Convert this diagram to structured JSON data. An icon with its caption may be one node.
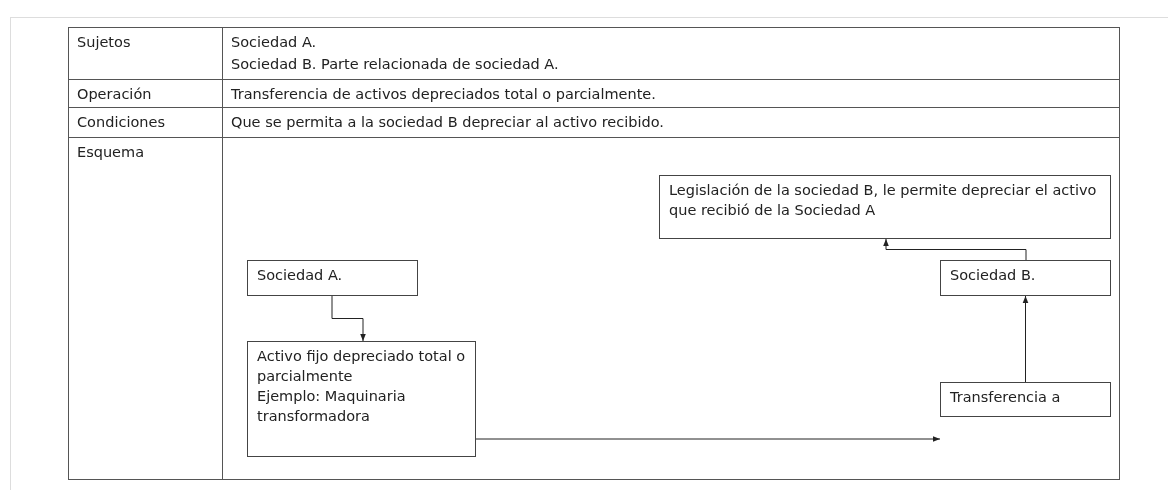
{
  "diagram": {
    "nodes": [
      {
        "text": [
          "Legislación de la sociedad B, le permite depreciar el activo que recibió de la Sociedad A"
        ]
      },
      {
        "text": [
          "Sociedad A."
        ]
      },
      {
        "text": [
          "Activo fijo depreciado total o parcialmente",
          "Ejemplo: Maquinaria transformadora"
        ]
      },
      {
        "text": [
          "Sociedad B."
        ]
      },
      {
        "text": [
          "Transferencia a"
        ]
      }
    ],
    "edges": [
      {
        "from": 1,
        "to": 2,
        "arrow": "to"
      },
      {
        "from": 2,
        "to": 4,
        "arrow": "to"
      },
      {
        "from": 4,
        "to": 3,
        "arrow": "to"
      },
      {
        "from": 3,
        "to": 0,
        "arrow": "to"
      }
    ],
    "labels": [
      "Sujetos",
      "Sociedad A.",
      "Sociedad B. Parte relacionada de sociedad A.",
      "Operación",
      "Transferencia de activos depreciados total o parcialmente.",
      "Condiciones",
      "Que se permita a la sociedad B depreciar al activo recibido.",
      "Esquema"
    ]
  }
}
